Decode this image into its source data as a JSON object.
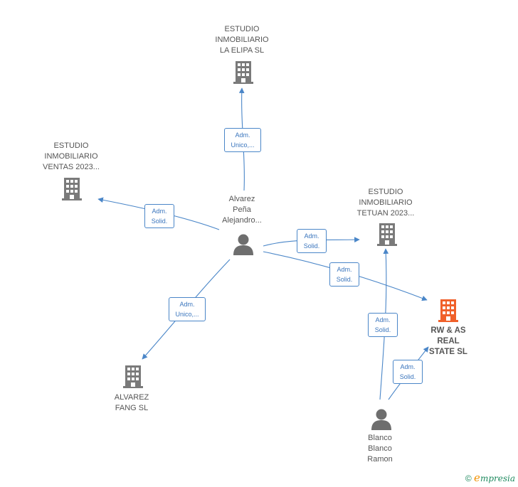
{
  "nodes": {
    "elipa": {
      "label": "ESTUDIO\nINMOBILIARIO\nLA ELIPA  SL",
      "icon": "building-icon",
      "color": "#7a7a7a"
    },
    "ventas": {
      "label": "ESTUDIO\nINMOBILIARIO\nVENTAS 2023...",
      "icon": "building-icon",
      "color": "#7a7a7a"
    },
    "tetuan": {
      "label": "ESTUDIO\nINMOBILIARIO\nTETUAN 2023...",
      "icon": "building-icon",
      "color": "#7a7a7a"
    },
    "rw": {
      "label": "RW & AS\nREAL\nSTATE  SL",
      "icon": "building-icon",
      "color": "#f0602a"
    },
    "fang": {
      "label": "ALVAREZ\nFANG  SL",
      "icon": "building-icon",
      "color": "#7a7a7a"
    },
    "alvarez": {
      "label": "Alvarez\nPeña\nAlejandro...",
      "icon": "person-icon",
      "color": "#6e6e6e"
    },
    "blanco": {
      "label": "Blanco\nBlanco\nRamon",
      "icon": "person-icon",
      "color": "#6e6e6e"
    }
  },
  "edges": {
    "to_elipa": "Adm.\nUnico,...",
    "to_ventas": "Adm.\nSolid.",
    "to_tetuan": "Adm.\nSolid.",
    "to_rw": "Adm.\nSolid.",
    "to_fang": "Adm.\nUnico,...",
    "blanco_tetuan": "Adm.\nSolid.",
    "blanco_rw": "Adm.\nSolid."
  },
  "colors": {
    "edge": "#4a86c8"
  },
  "footer": {
    "copyright": "©",
    "brand_e": "e",
    "brand_rest": "mpresia"
  }
}
